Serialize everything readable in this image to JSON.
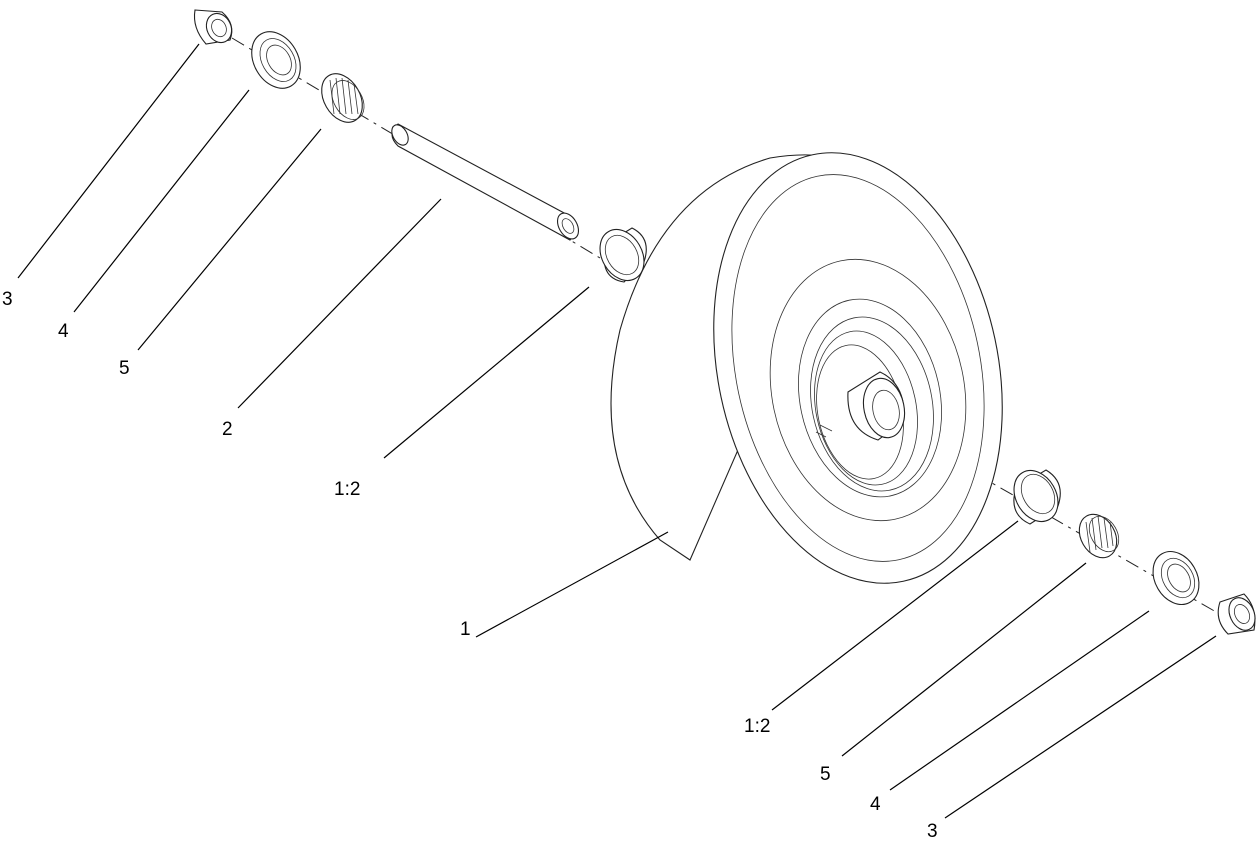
{
  "callouts": {
    "c3_top": "3",
    "c4_top": "4",
    "c5_top": "5",
    "c2": "2",
    "c12_top": "1:2",
    "c1": "1",
    "c12_bottom": "1:2",
    "c5_bottom": "5",
    "c4_bottom": "4",
    "c3_bottom": "3"
  },
  "colors": {
    "line": "#222222",
    "background": "#ffffff"
  }
}
